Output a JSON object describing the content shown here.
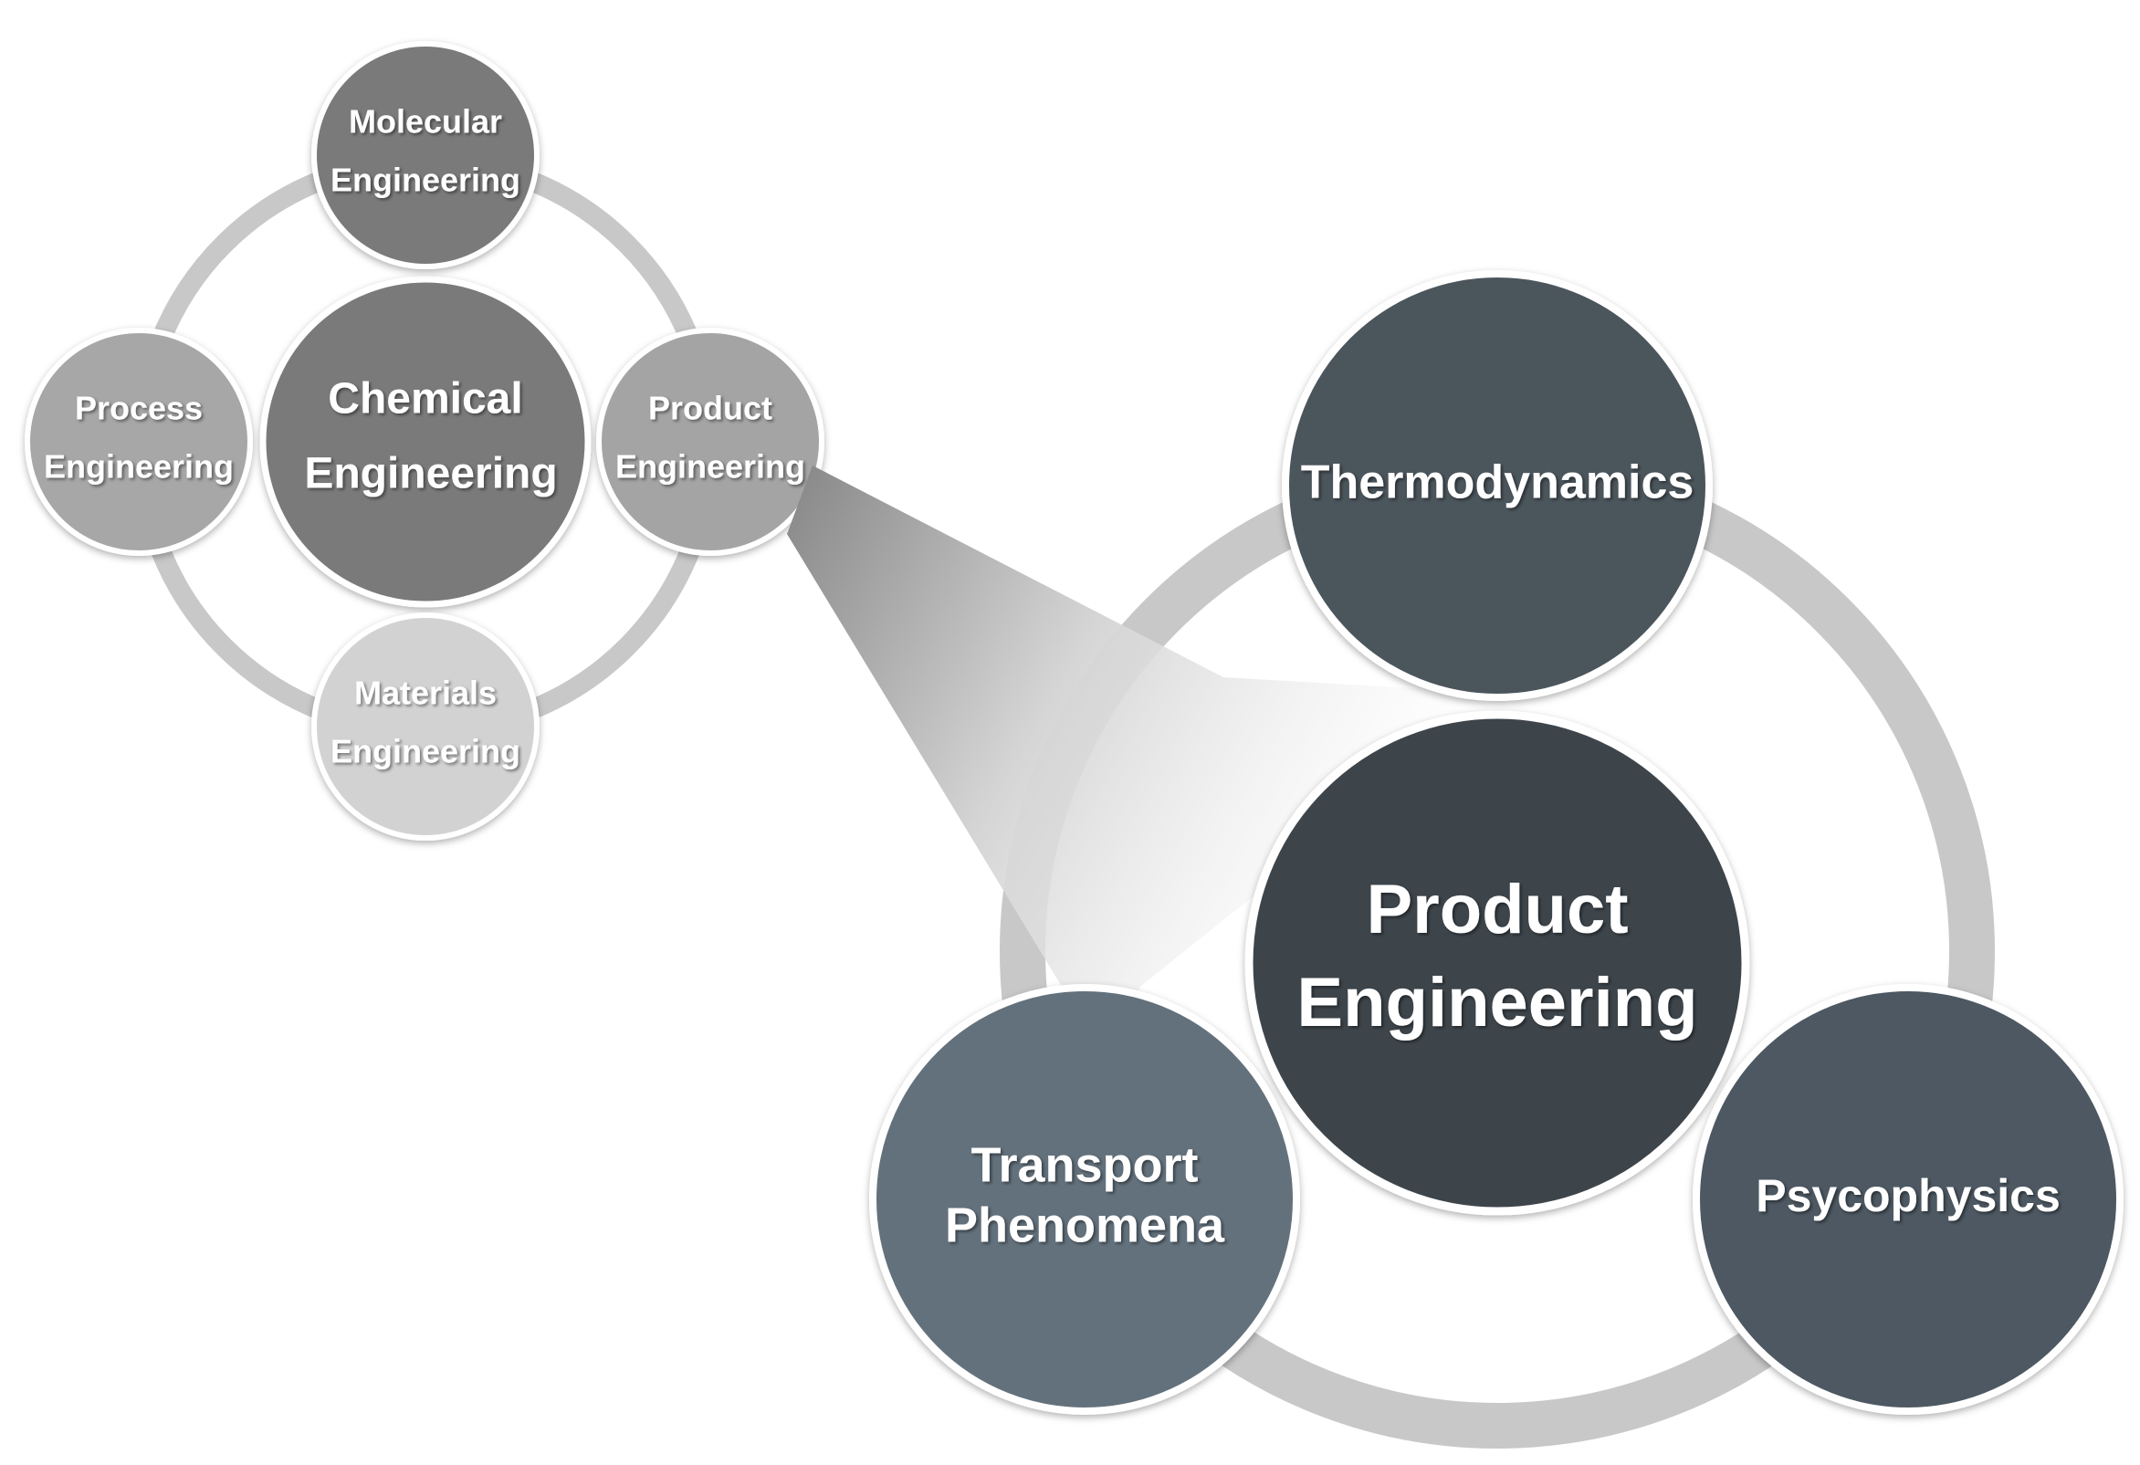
{
  "colors": {
    "background": "#ffffff",
    "ring": "#c8c8c8",
    "label": "#ffffff",
    "chemical_core": "#7a7a7a",
    "molecular": "#7a7a7a",
    "process": "#a7a7a7",
    "product_small": "#a4a4a4",
    "materials": "#d2d2d2",
    "product_core": "#3d444c",
    "thermodynamics": "#4b545c",
    "psycophysics": "#4e5962",
    "transport": "#64717c"
  },
  "small_cluster": {
    "center": {
      "lines": [
        "Chemical",
        "Engineering"
      ]
    },
    "satellites": {
      "molecular": {
        "lines": [
          "Molecular",
          "Engineering"
        ]
      },
      "process": {
        "lines": [
          "Process",
          "Engineering"
        ]
      },
      "product": {
        "lines": [
          "Product",
          "Engineering"
        ]
      },
      "materials": {
        "lines": [
          "Materials",
          "Engineering"
        ]
      }
    }
  },
  "large_cluster": {
    "center": {
      "lines": [
        "Product",
        "Engineering"
      ]
    },
    "satellites": {
      "thermodynamics": {
        "lines": [
          "Thermodynamics"
        ]
      },
      "psycophysics": {
        "lines": [
          "Psycophysics"
        ]
      },
      "transport": {
        "lines": [
          "Transport",
          "Phenomena"
        ]
      }
    }
  }
}
